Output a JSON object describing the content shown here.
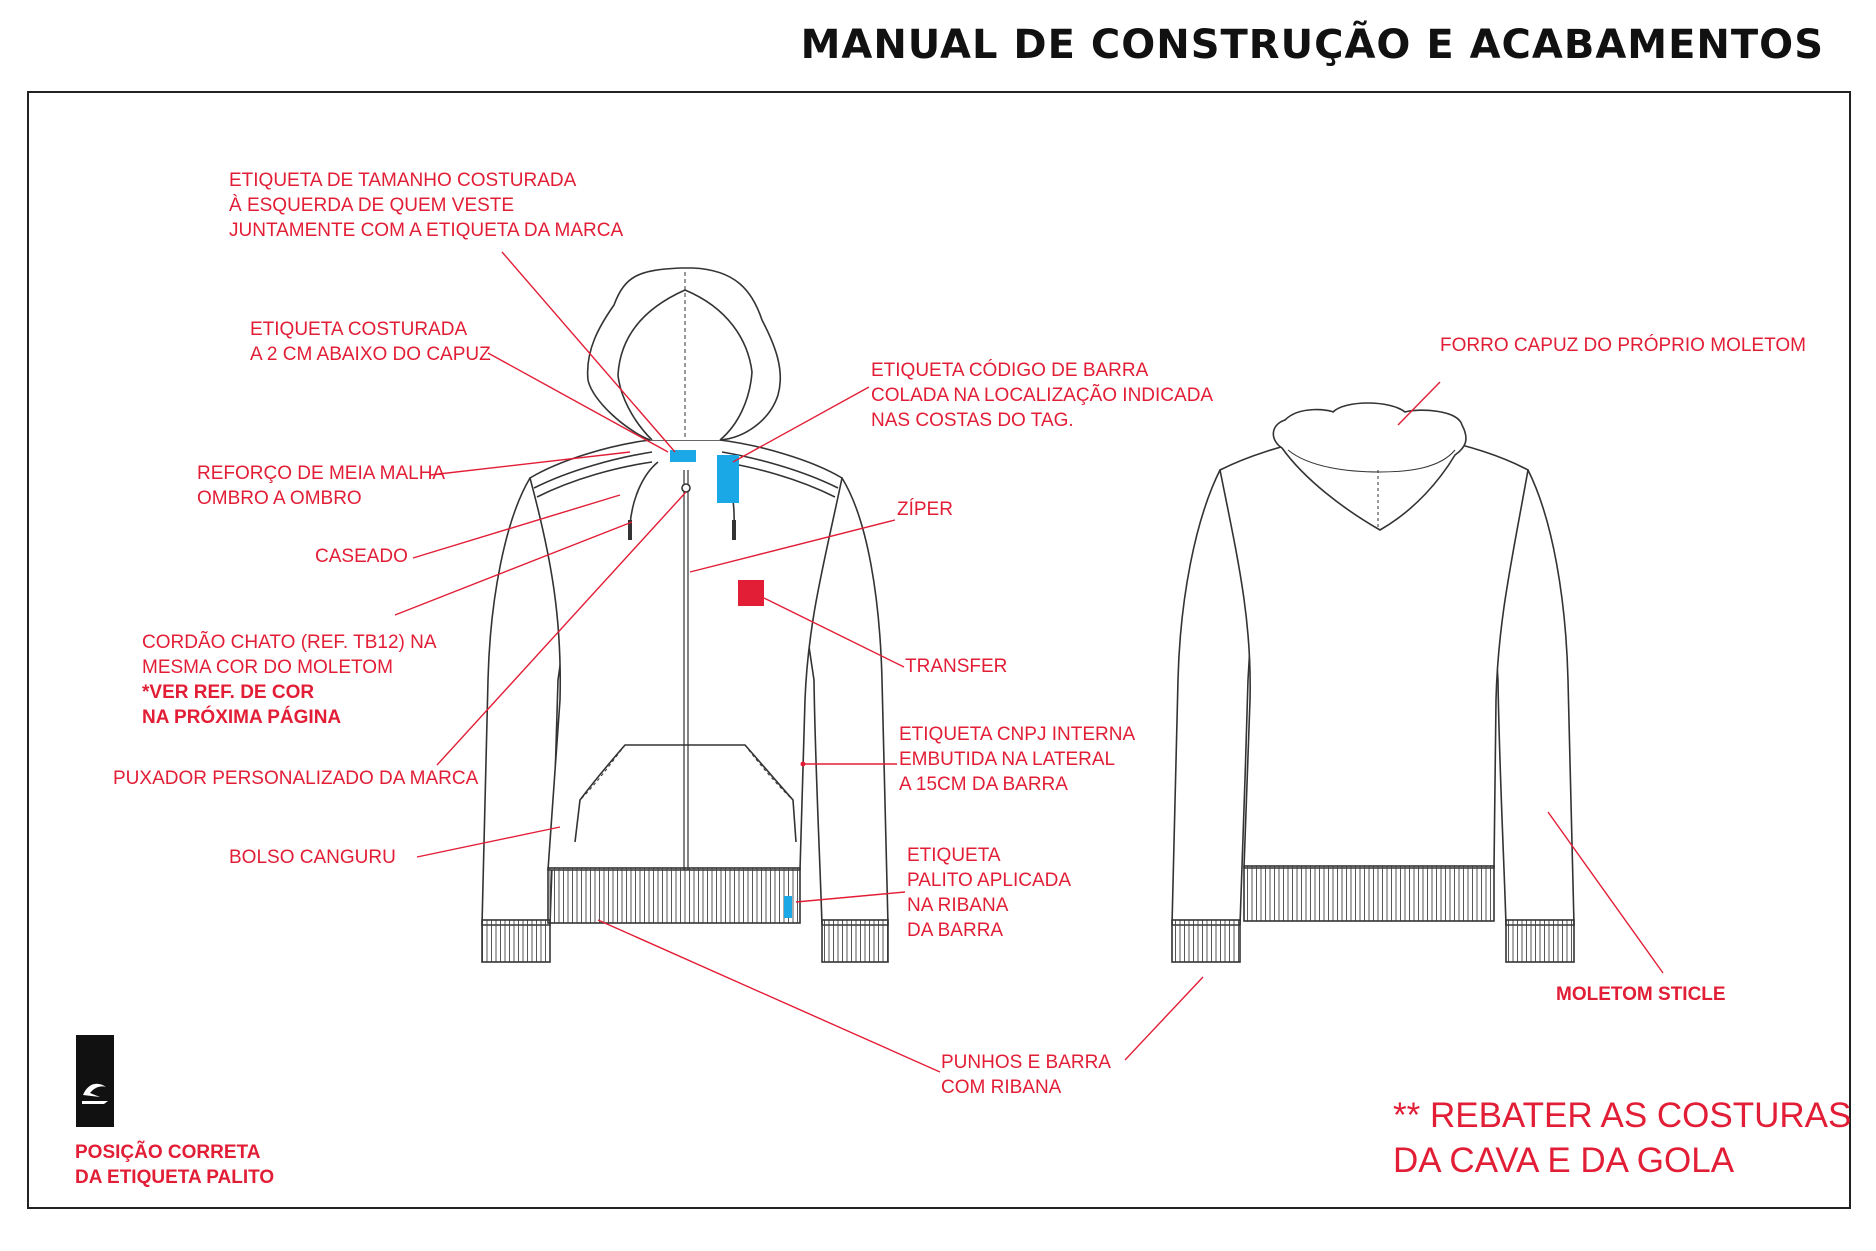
{
  "title": "MANUAL DE CONSTRUÇÃO E ACABAMENTOS",
  "colors": {
    "annotation": "#e21e36",
    "label_tag": "#1aa9e6",
    "transfer": "#e21e36",
    "outline": "#333333"
  },
  "labels": {
    "size_label": [
      "ETIQUETA DE TAMANHO COSTURADA",
      "À ESQUERDA DE QUEM VESTE",
      "JUNTAMENTE COM A ETIQUETA DA MARCA"
    ],
    "sewn_label": [
      "ETIQUETA COSTURADA",
      "A 2 CM ABAIXO DO CAPUZ"
    ],
    "shoulder": [
      "REFORÇO DE MEIA MALHA",
      "OMBRO A OMBRO"
    ],
    "caseado": [
      "CASEADO"
    ],
    "cord": [
      "CORDÃO CHATO (REF. TB12) NA",
      "MESMA COR DO MOLETOM"
    ],
    "cord_note": [
      "*VER REF. DE COR",
      "NA PRÓXIMA PÁGINA"
    ],
    "puller": [
      "PUXADOR PERSONALIZADO DA MARCA"
    ],
    "pocket": [
      "BOLSO CANGURU"
    ],
    "barcode": [
      "ETIQUETA CÓDIGO DE BARRA",
      "COLADA NA  LOCALIZAÇÃO INDICADA",
      "NAS COSTAS DO TAG."
    ],
    "zipper": [
      "ZÍPER"
    ],
    "transfer": [
      "TRANSFER"
    ],
    "cnpj": [
      "ETIQUETA CNPJ INTERNA",
      "EMBUTIDA NA LATERAL",
      "A 15CM DA BARRA"
    ],
    "palito": [
      "ETIQUETA",
      "PALITO APLICADA",
      "NA RIBANA",
      "DA BARRA"
    ],
    "cuffs": [
      "PUNHOS E BARRA",
      "COM RIBANA"
    ],
    "hood_lining": [
      "FORRO CAPUZ DO PRÓPRIO MOLETOM"
    ],
    "fabric": [
      "MOLETOM STICLE"
    ],
    "tag_position": [
      "POSIÇÃO CORRETA",
      "DA ETIQUETA PALITO"
    ],
    "note": [
      "** REBATER AS COSTURAS",
      "DA CAVA E DA GOLA"
    ]
  }
}
